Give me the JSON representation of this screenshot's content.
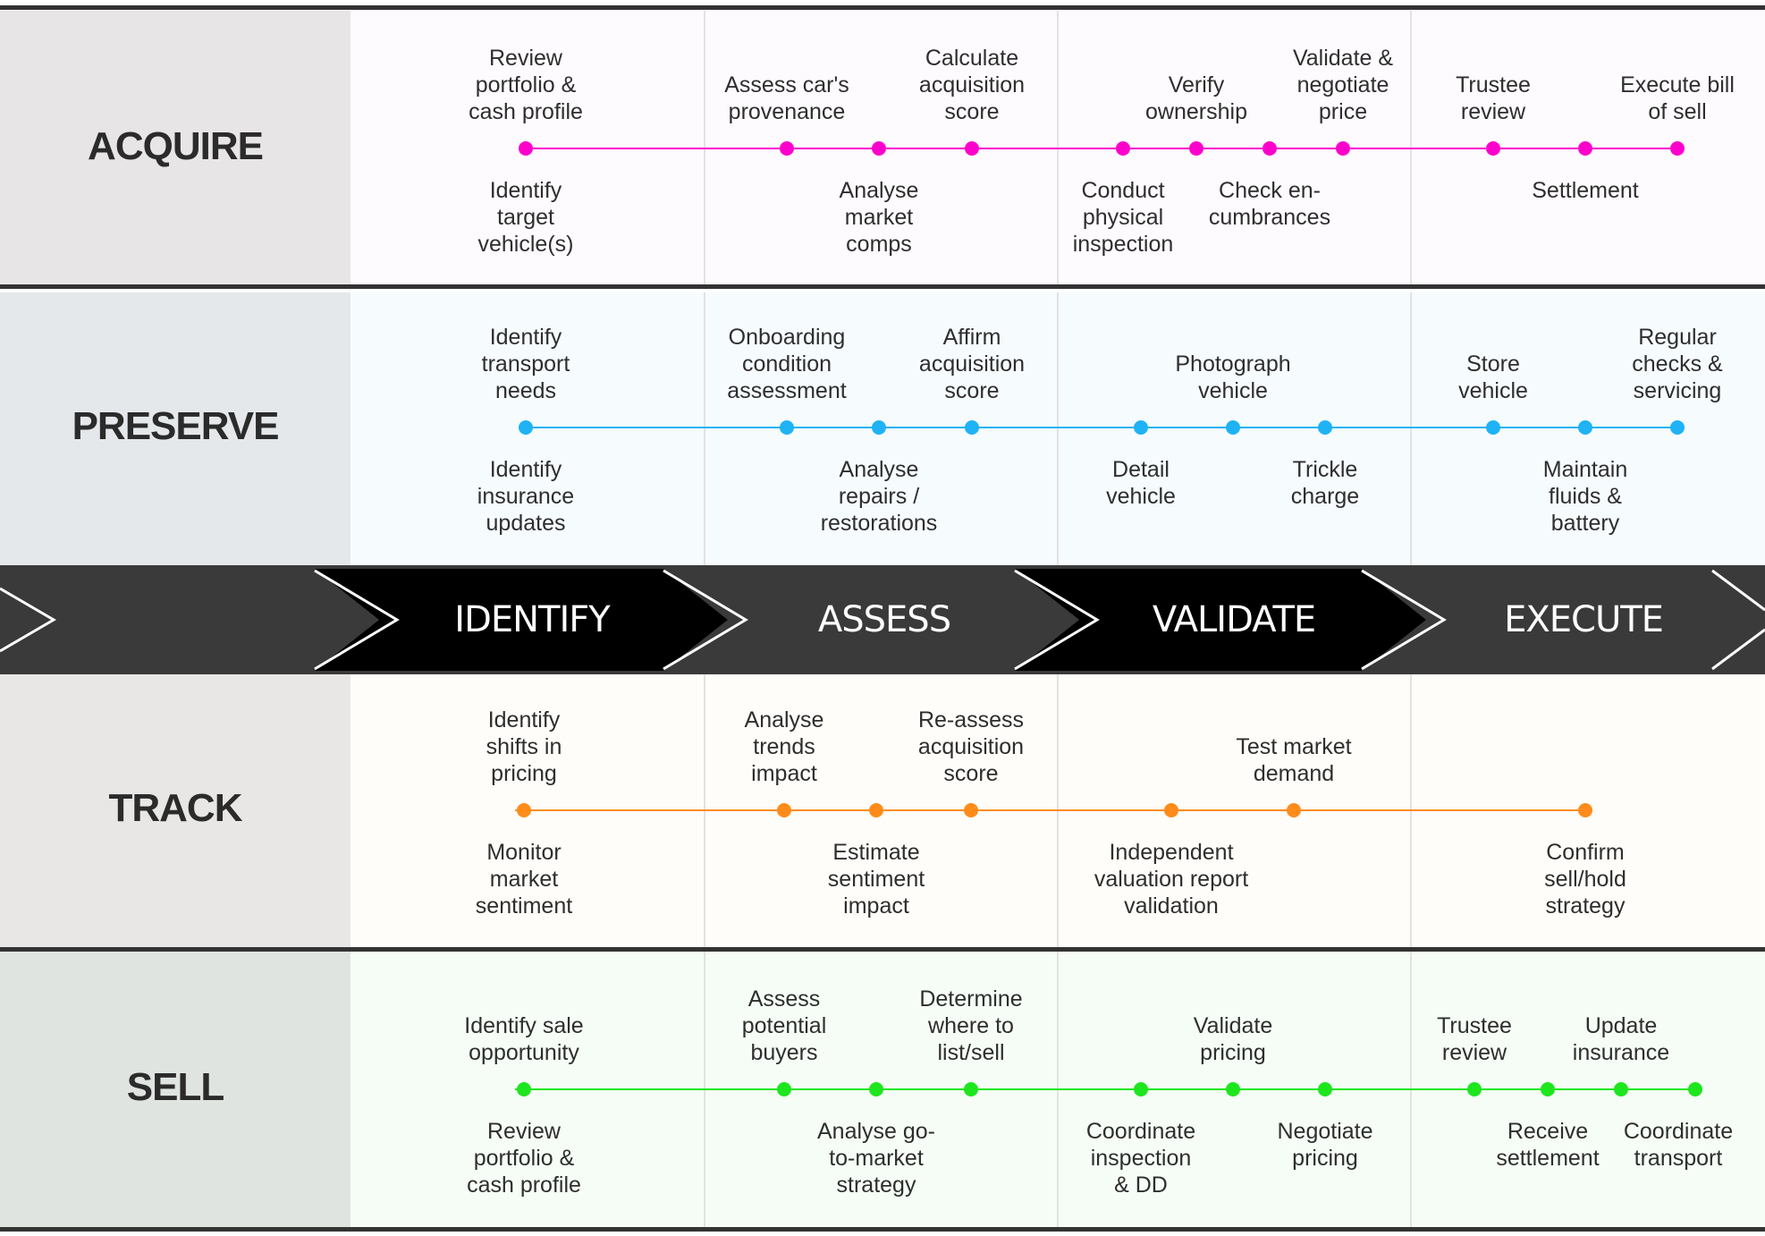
{
  "phases": [
    "IDENTIFY",
    "ASSESS",
    "VALIDATE",
    "EXECUTE"
  ],
  "lanes": [
    {
      "id": "acquire",
      "title": "ACQUIRE",
      "color": "#ff00cc",
      "label_bg": "#e8e5e6",
      "content_bg": "#fefbfe",
      "dots": [
        {
          "above": "Review\nportfolio &\ncash profile",
          "below": "Identify\ntarget\nvehicle(s)"
        },
        {
          "above": "Assess car's\nprovenance",
          "below": ""
        },
        {
          "above": "",
          "below": "Analyse\nmarket\ncomps"
        },
        {
          "above": "Calculate\nacquisition\nscore",
          "below": ""
        },
        {
          "above": "",
          "below": "Conduct\nphysical\ninspection"
        },
        {
          "above": "Verify\nownership",
          "below": ""
        },
        {
          "above": "",
          "below": "Check en-\ncumbrances"
        },
        {
          "above": "Validate &\nnegotiate\nprice",
          "below": ""
        },
        {
          "above": "Trustee\nreview",
          "below": ""
        },
        {
          "above": "",
          "below": "Settlement"
        },
        {
          "above": "Execute bill\nof sell",
          "below": ""
        }
      ]
    },
    {
      "id": "preserve",
      "title": "PRESERVE",
      "color": "#1fb3f5",
      "label_bg": "#e5e8ea",
      "content_bg": "#f6fbfe",
      "dots": [
        {
          "above": "Identify\ntransport\nneeds",
          "below": "Identify\ninsurance\nupdates"
        },
        {
          "above": "Onboarding\ncondition\nassessment",
          "below": ""
        },
        {
          "above": "",
          "below": "Analyse\nrepairs /\nrestorations"
        },
        {
          "above": "Affirm\nacquisition\nscore",
          "below": ""
        },
        {
          "above": "",
          "below": "Detail\nvehicle"
        },
        {
          "above": "Photograph\nvehicle",
          "below": ""
        },
        {
          "above": "",
          "below": "Trickle\ncharge"
        },
        {
          "above": "Store\nvehicle",
          "below": ""
        },
        {
          "above": "",
          "below": "Maintain\nfluids &\nbattery"
        },
        {
          "above": "Regular\nchecks &\nservicing",
          "below": ""
        }
      ]
    },
    {
      "id": "track",
      "title": "TRACK",
      "color": "#ff8c1a",
      "label_bg": "#e8e7e5",
      "content_bg": "#fefdf9",
      "dots": [
        {
          "above": "Identify\nshifts in\npricing",
          "below": "Monitor\nmarket\nsentiment"
        },
        {
          "above": "Analyse\ntrends\nimpact",
          "below": ""
        },
        {
          "above": "",
          "below": "Estimate\nsentiment\nimpact"
        },
        {
          "above": "Re-assess\nacquisition\nscore",
          "below": ""
        },
        {
          "above": "",
          "below": "Independent\nvaluation report\nvalidation"
        },
        {
          "above": "Test market\ndemand",
          "below": ""
        },
        {
          "above": "",
          "below": "Confirm\nsell/hold\nstrategy"
        }
      ]
    },
    {
      "id": "sell",
      "title": "SELL",
      "color": "#1ee61e",
      "label_bg": "#e0e4e0",
      "content_bg": "#f6fdf6",
      "dots": [
        {
          "above": "Identify sale\nopportunity",
          "below": "Review\nportfolio &\ncash profile"
        },
        {
          "above": "Assess\npotential\nbuyers",
          "below": ""
        },
        {
          "above": "",
          "below": "Analyse go-\nto-market\nstrategy"
        },
        {
          "above": "Determine\nwhere to\nlist/sell",
          "below": ""
        },
        {
          "above": "",
          "below": "Coordinate\ninspection\n& DD"
        },
        {
          "above": "Validate\npricing",
          "below": ""
        },
        {
          "above": "",
          "below": "Negotiate\npricing"
        },
        {
          "above": "Trustee\nreview",
          "below": ""
        },
        {
          "above": "",
          "below": "Receive\nsettlement"
        },
        {
          "above": "Update\ninsurance",
          "below": ""
        },
        {
          "above": "",
          "below": "Coordinate\ntransport"
        }
      ]
    }
  ]
}
